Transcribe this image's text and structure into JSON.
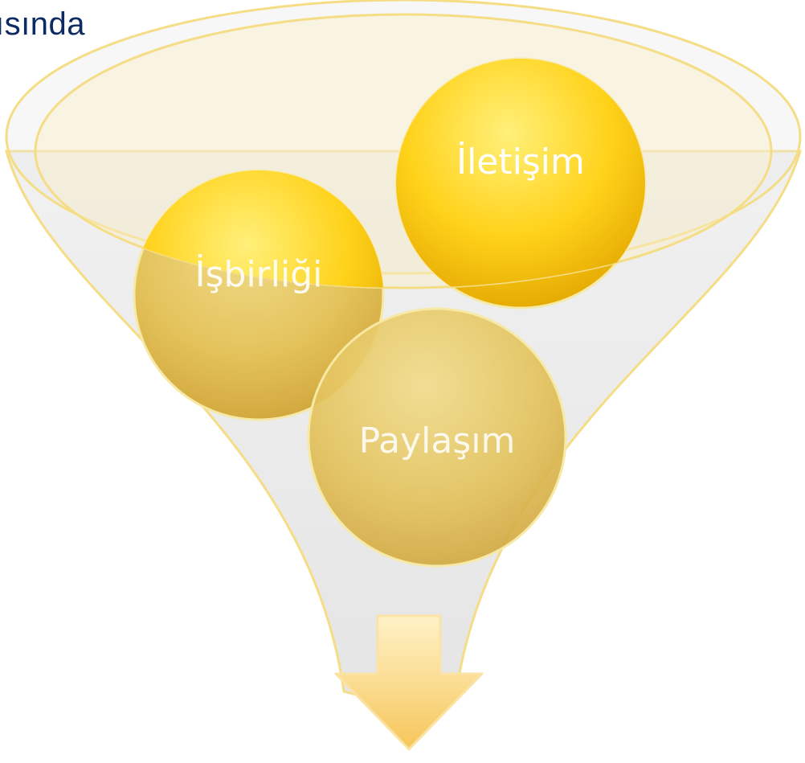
{
  "heading": "ısında",
  "funnel": {
    "items": [
      {
        "label": "İletişim"
      },
      {
        "label": "İşbirliği"
      },
      {
        "label": "Paylaşım"
      }
    ],
    "colors": {
      "funnel_fill": "#e6e6e6",
      "funnel_rim": "#f5dd86",
      "bowl_fill": "#fbedc8",
      "ball_light": "#ffe45a",
      "ball_dark": "#e2a500",
      "arrow": "#fbd98a"
    },
    "icons": [
      "down-arrow-icon"
    ]
  }
}
